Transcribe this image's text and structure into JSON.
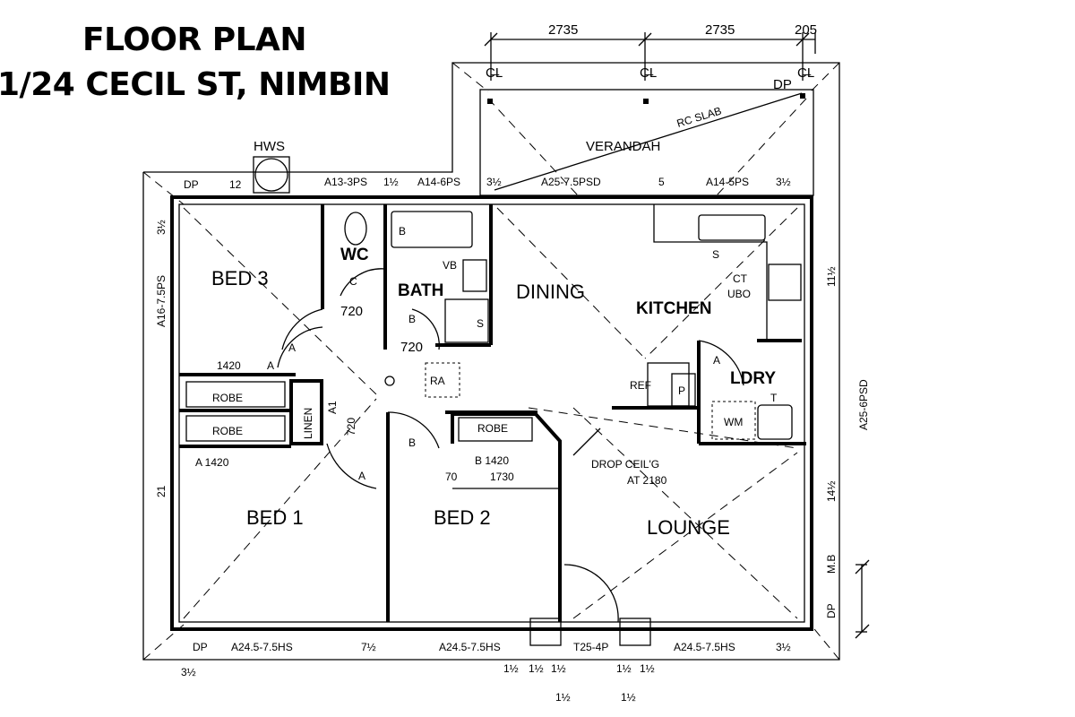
{
  "title": {
    "line1": "FLOOR PLAN",
    "line2": "1/24 CECIL ST, NIMBIN"
  },
  "dimensions": {
    "d1": "2735",
    "d2": "2735",
    "d3": "205"
  },
  "rooms": {
    "verandah": "VERANDAH",
    "bed3": "BED 3",
    "wc": "WC",
    "bath": "BATH",
    "dining": "DINING",
    "kitchen": "KITCHEN",
    "ldry": "LDRY",
    "bed1": "BED 1",
    "bed2": "BED 2",
    "lounge": "LOUNGE"
  },
  "labels": {
    "hws": "HWS",
    "rc_slab": "RC SLAB",
    "dp": "DP",
    "robe": "ROBE",
    "linen": "LINEN",
    "ra": "RA",
    "ref": "REF",
    "p": "P",
    "wm": "WM",
    "t": "T",
    "s": "S",
    "ct": "CT",
    "ubo": "UBO",
    "vb": "VB",
    "b": "B",
    "c": "C",
    "a": "A",
    "a1": "A1",
    "mb": "M.B",
    "cl": "C̶L"
  },
  "windows": {
    "a13": "A13-3PS",
    "a14_6": "A14-6PS",
    "a25_7": "A25-7.5PSD",
    "a14_5": "A14-5PS",
    "a16": "A16-7.5PS",
    "a25_6": "A25-6PSD",
    "a24_left": "A24.5-7.5HS",
    "a24_mid": "A24.5-7.5HS",
    "a24_right": "A24.5-7.5HS",
    "t25": "T25-4P"
  },
  "numbers": {
    "n12": "12",
    "n5": "5",
    "n21": "21",
    "half": "3½",
    "one_half": "1½",
    "seven_half": "7½",
    "eleven_half": "11½",
    "fourteen_half": "14½",
    "d720": "720",
    "d1420": "1420",
    "a1420": "A 1420",
    "b1420": "B 1420",
    "d1730": "1730",
    "d70": "70"
  },
  "notes": {
    "drop_ceil": "DROP CEIL'G",
    "at_2180": "AT 2180"
  }
}
